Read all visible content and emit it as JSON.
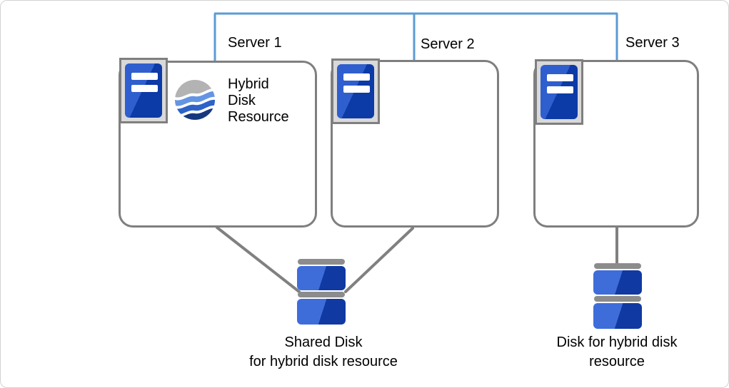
{
  "servers": [
    {
      "label": "Server 1"
    },
    {
      "label": "Server 2"
    },
    {
      "label": "Server 3"
    }
  ],
  "hybrid_disk_resource": {
    "lines": [
      "Hybrid",
      "Disk",
      "Resource"
    ]
  },
  "captions": {
    "shared_disk": {
      "lines": [
        "Shared Disk",
        "for hybrid disk resource"
      ]
    },
    "hybrid_disk": {
      "lines": [
        "Disk for hybrid disk",
        "resource"
      ]
    }
  },
  "icons": {
    "server": "server-icon",
    "hybrid_disk_resource": "hybrid-disk-resource-sphere-icon",
    "shared_disk": "shared-disk-icon",
    "disk": "disk-icon"
  },
  "colors": {
    "network_line": "#5b9bd5",
    "connector_line": "#808080",
    "box_border": "#7f7f7f",
    "server_icon_frame": "#7f7f7f",
    "server_icon_bg": "#d9d9d9",
    "server_blue_light": "#2f5fce",
    "server_blue_dark": "#0c3aa6",
    "disk_blue_light": "#3e6dda",
    "disk_blue_dark": "#1039a2",
    "disk_bar_gray": "#8c8c8c",
    "sphere_gray": "#b3b3b3",
    "sphere_blue_light": "#6495e2",
    "sphere_blue_mid": "#2d62c8",
    "sphere_blue_dark": "#16387f"
  }
}
